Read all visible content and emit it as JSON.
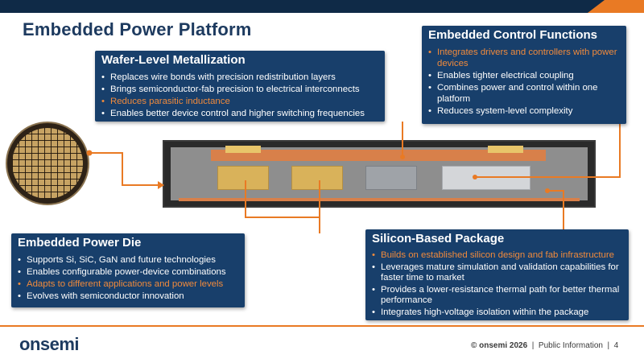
{
  "title": "Embedded Power Platform",
  "wafer_box": {
    "heading": "Wafer-Level Metallization",
    "items": [
      {
        "text": "Replaces wire bonds with precision redistribution layers",
        "highlight": false
      },
      {
        "text": "Brings semiconductor-fab precision to electrical interconnects",
        "highlight": false
      },
      {
        "text": "Reduces parasitic inductance",
        "highlight": true
      },
      {
        "text": "Enables better device control and higher switching frequencies",
        "highlight": false
      }
    ]
  },
  "control_box": {
    "heading": "Embedded Control Functions",
    "items": [
      {
        "text": "Integrates drivers and controllers with power devices",
        "highlight": true
      },
      {
        "text": "Enables tighter electrical coupling",
        "highlight": false
      },
      {
        "text": "Combines power and control within one platform",
        "highlight": false
      },
      {
        "text": "Reduces system-level complexity",
        "highlight": false
      }
    ]
  },
  "die_box": {
    "heading": "Embedded Power Die",
    "items": [
      {
        "text": "Supports Si, SiC, GaN and future technologies",
        "highlight": false
      },
      {
        "text": "Enables configurable power-device combinations",
        "highlight": false
      },
      {
        "text": "Adapts to different applications and power levels",
        "highlight": true
      },
      {
        "text": "Evolves with semiconductor innovation",
        "highlight": false
      }
    ]
  },
  "package_box": {
    "heading": "Silicon-Based Package",
    "items": [
      {
        "text": "Builds on established silicon design and fab infrastructure",
        "highlight": true
      },
      {
        "text": "Leverages mature simulation and validation capabilities for faster time to market",
        "highlight": false
      },
      {
        "text": "Provides a lower-resistance thermal path for better thermal performance",
        "highlight": false
      },
      {
        "text": "Integrates high-voltage isolation within the package",
        "highlight": false
      }
    ]
  },
  "footer": {
    "logo": "onsemi",
    "copyright": "© onsemi 2026",
    "classification": "Public Information",
    "page": "4"
  },
  "colors": {
    "navy": "#183f6b",
    "accent": "#e97a24",
    "highlight": "#f08a3c"
  }
}
